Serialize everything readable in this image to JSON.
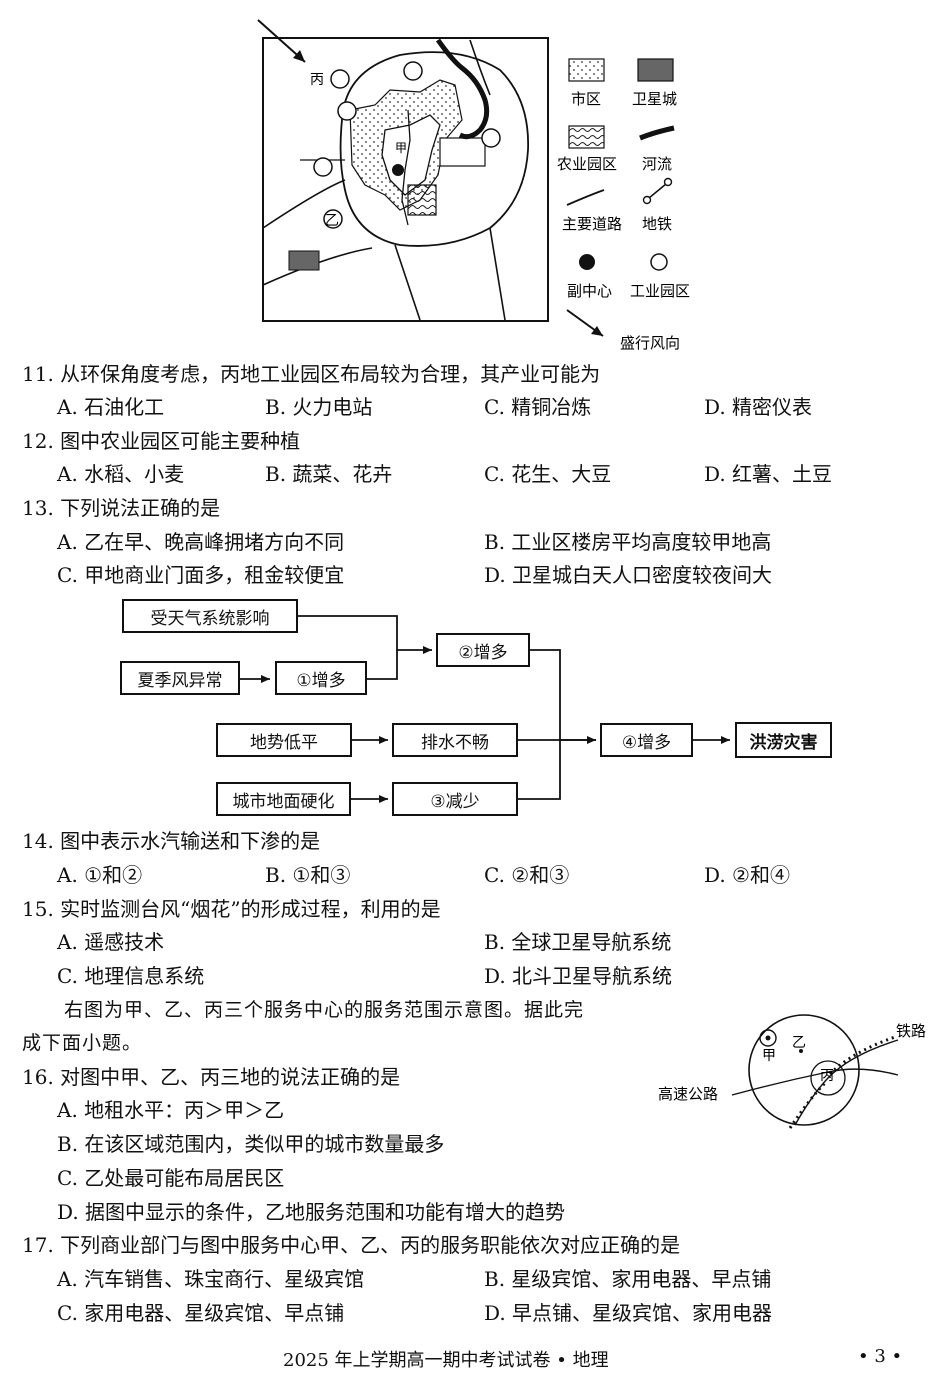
{
  "map": {
    "north_label": "",
    "place_labels": {
      "bing": "丙",
      "jia": "甲",
      "yi": "乙"
    },
    "legend": {
      "urban": "市区",
      "satellite": "卫星城",
      "agri": "农业园区",
      "river": "河流",
      "road": "主要道路",
      "metro": "地铁",
      "subcenter": "副中心",
      "industrial": "工业园区"
    },
    "wind": "盛行风向"
  },
  "questions": [
    {
      "stem": "11. 从环保角度考虑，丙地工业园区布局较为合理，其产业可能为",
      "options": [
        "A. 石油化工",
        "B. 火力电站",
        "C. 精铜冶炼",
        "D. 精密仪表"
      ]
    },
    {
      "stem": "12. 图中农业园区可能主要种植",
      "options": [
        "A. 水稻、小麦",
        "B. 蔬菜、花卉",
        "C. 花生、大豆",
        "D. 红薯、土豆"
      ]
    },
    {
      "stem": "13. 下列说法正确的是",
      "options": [
        "A. 乙在早、晚高峰拥堵方向不同",
        "B. 工业区楼房平均高度较甲地高",
        "C. 甲地商业门面多，租金较便宜",
        "D. 卫星城白天人口密度较夜间大"
      ]
    },
    {
      "stem": "14. 图中表示水汽输送和下渗的是",
      "options": [
        "A. ①和②",
        "B. ①和③",
        "C. ②和③",
        "D. ②和④"
      ]
    },
    {
      "stem": "15. 实时监测台风“烟花”的形成过程，利用的是",
      "options": [
        "A. 遥感技术",
        "B. 全球卫星导航系统",
        "C. 地理信息系统",
        "D. 北斗卫星导航系统"
      ]
    },
    {
      "stem": "16. 对图中甲、乙、丙三地的说法正确的是",
      "options": [
        "A. 地租水平：丙＞甲＞乙",
        "B. 在该区域范围内，类似甲的城市数量最多",
        "C. 乙处最可能布局居民区",
        "D. 据图中显示的条件，乙地服务范围和功能有增大的趋势"
      ]
    },
    {
      "stem": "17. 下列商业部门与图中服务中心甲、乙、丙的服务职能依次对应正确的是",
      "options": [
        "A. 汽车销售、珠宝商行、星级宾馆",
        "B. 星级宾馆、家用电器、早点铺",
        "C. 家用电器、星级宾馆、早点铺",
        "D. 早点铺、星级宾馆、家用电器"
      ]
    }
  ],
  "flow": {
    "weather": "受天气系统影响",
    "monsoon": "夏季风异常",
    "n1": "①增多",
    "n2": "②增多",
    "terrain": "地势低平",
    "drain": "排水不畅",
    "n4": "④增多",
    "flood": "洪涝灾害",
    "harden": "城市地面硬化",
    "n3": "③减少"
  },
  "intro": {
    "line1": "右图为甲、乙、丙三个服务中心的服务范围示意图。据此完",
    "line2": "成下面小题。"
  },
  "service_map": {
    "jia": "甲",
    "yi": "乙",
    "bing": "丙",
    "railway": "铁路",
    "highway": "高速公路"
  },
  "footer": {
    "title": "2025 年上学期高一期中考试试卷 • 地理",
    "page": "• 3 •"
  }
}
